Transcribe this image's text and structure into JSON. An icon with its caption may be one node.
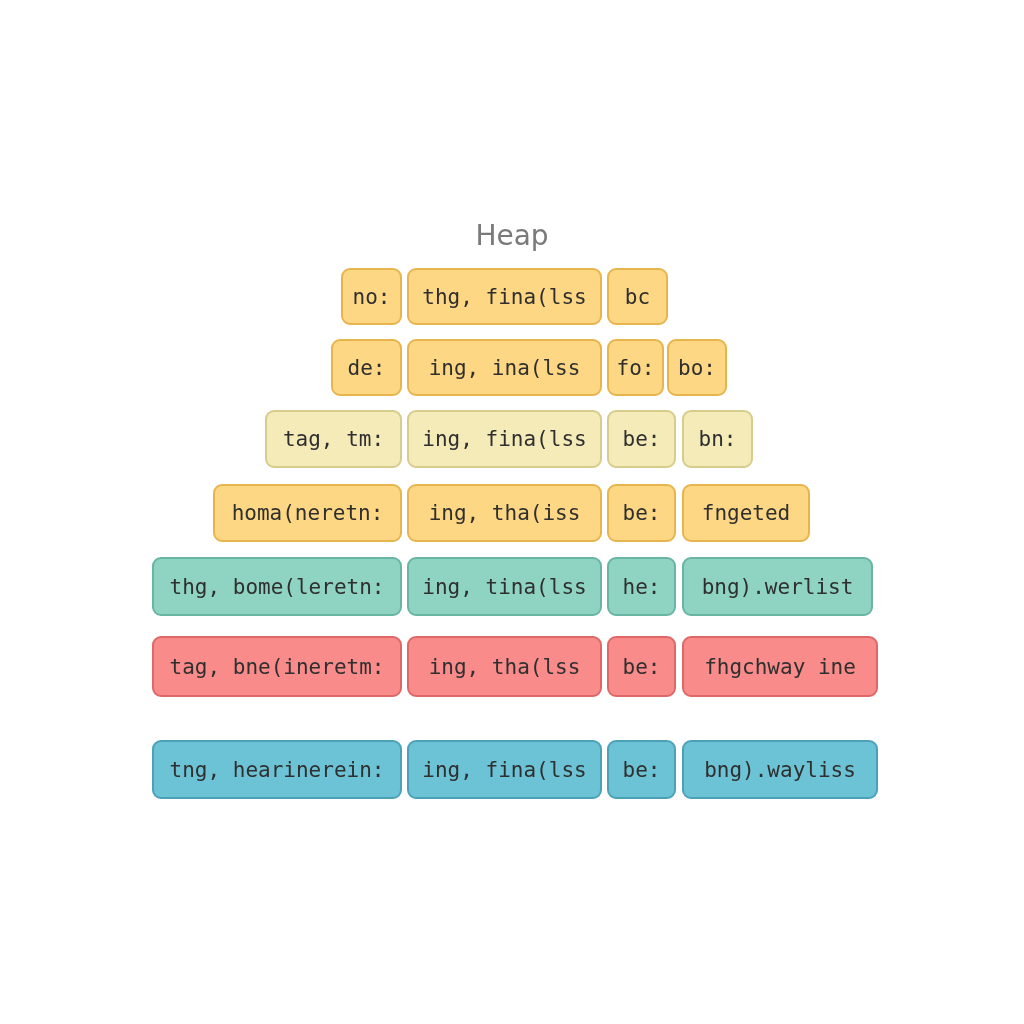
{
  "diagram": {
    "title": "Heap",
    "nodes": [
      {
        "text": [
          "no:"
        ]
      },
      {
        "text": [
          "thg, fina(lss"
        ]
      },
      {
        "text": [
          "bc"
        ]
      },
      {
        "text": [
          "de:"
        ]
      },
      {
        "text": [
          "ing, ina(lss"
        ]
      },
      {
        "text": [
          "fo:"
        ]
      },
      {
        "text": [
          "bo:"
        ]
      },
      {
        "text": [
          "tag, tm:"
        ]
      },
      {
        "text": [
          "ing, fina(lss"
        ]
      },
      {
        "text": [
          "be:"
        ]
      },
      {
        "text": [
          "bn:"
        ]
      },
      {
        "text": [
          "homa(neretn:"
        ]
      },
      {
        "text": [
          "ing, tha(iss"
        ]
      },
      {
        "text": [
          "be:"
        ]
      },
      {
        "text": [
          "fngeted"
        ]
      },
      {
        "text": [
          "thg, bome(leretn:"
        ]
      },
      {
        "text": [
          "ing, tina(lss"
        ]
      },
      {
        "text": [
          "he:"
        ]
      },
      {
        "text": [
          "bng).werlist"
        ]
      },
      {
        "text": [
          "tag, bne(ineretm:"
        ]
      },
      {
        "text": [
          "ing, tha(lss"
        ]
      },
      {
        "text": [
          "be:"
        ]
      },
      {
        "text": [
          "fhgchway ine"
        ]
      },
      {
        "text": [
          "tng, hearinerein:"
        ]
      },
      {
        "text": [
          "ing, fina(lss"
        ]
      },
      {
        "text": [
          "be:"
        ]
      },
      {
        "text": [
          "bng).wayliss"
        ]
      }
    ]
  }
}
